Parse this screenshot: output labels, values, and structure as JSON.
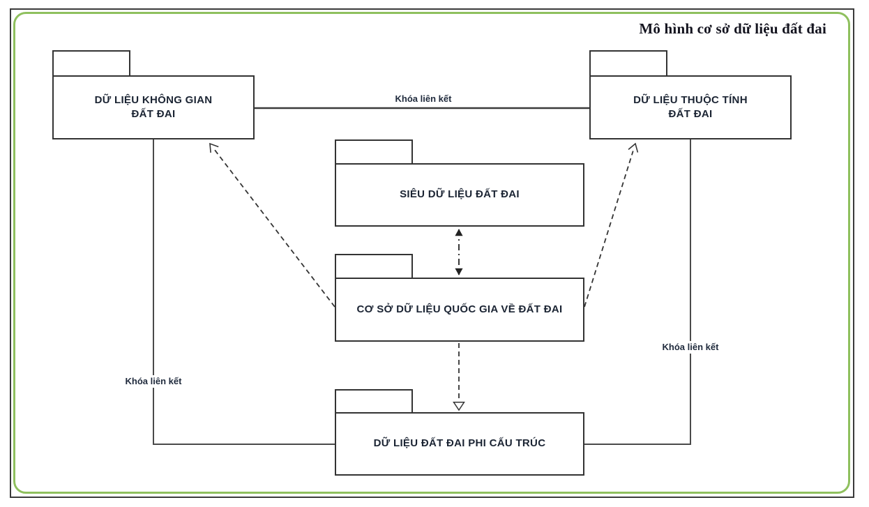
{
  "colors": {
    "border_green": "#8fc05e",
    "line": "#333333",
    "text": "#1b2433",
    "background": "#ffffff"
  },
  "diagram": {
    "title": "Mô hình cơ sở dữ liệu đất đai",
    "packages": {
      "spatial": {
        "label": "DỮ LIỆU KHÔNG GIAN\nĐẤT ĐAI"
      },
      "attribute": {
        "label": "DỮ LIỆU THUỘC TÍNH\nĐẤT ĐAI"
      },
      "metadata": {
        "label": "SIÊU DỮ LIỆU ĐẤT ĐAI"
      },
      "national": {
        "label": "CƠ SỞ DỮ LIỆU QUỐC GIA VỀ ĐẤT ĐAI"
      },
      "unstructured": {
        "label": "DỮ LIỆU ĐẤT ĐAI PHI CẤU TRÚC"
      }
    },
    "connector_labels": {
      "top": "Khóa liên kết",
      "left": "Khóa liên kết",
      "right": "Khóa liên kết"
    }
  }
}
